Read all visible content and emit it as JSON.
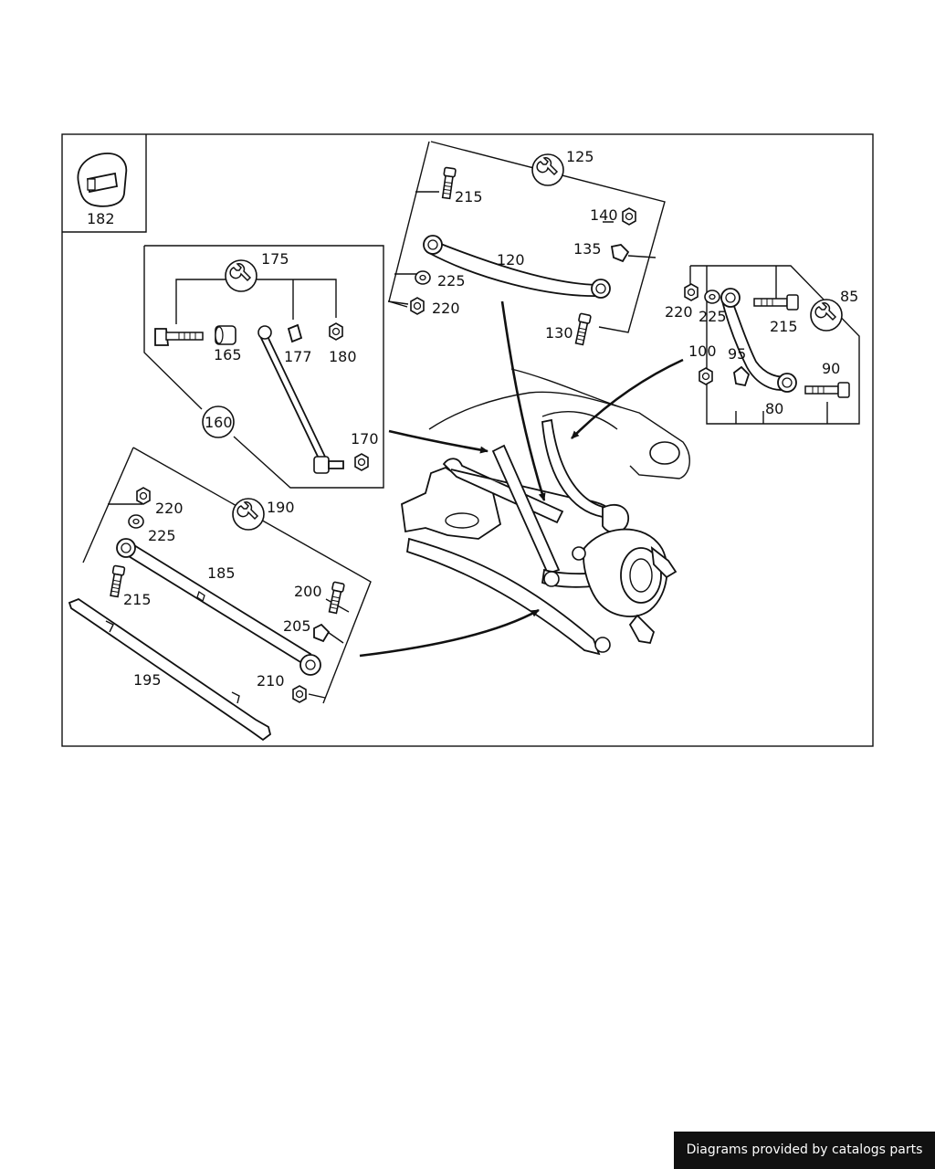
{
  "callouts": {
    "c182": "182",
    "c175": "175",
    "c165": "165",
    "c177": "177",
    "c180": "180",
    "c160": "160",
    "c170": "170",
    "c125": "125",
    "c215a": "215",
    "c140": "140",
    "c135": "135",
    "c120": "120",
    "c225a": "225",
    "c220a": "220",
    "c130": "130",
    "c85": "85",
    "c220b": "220",
    "c225b": "225",
    "c215b": "215",
    "c100": "100",
    "c95": "95",
    "c90": "90",
    "c80": "80",
    "c190": "190",
    "c220c": "220",
    "c225c": "225",
    "c185": "185",
    "c215c": "215",
    "c200": "200",
    "c205": "205",
    "c210": "210",
    "c195": "195"
  },
  "icons": [
    "wrench-icon"
  ],
  "footer": {
    "credit": "Diagrams provided by catalogs parts"
  }
}
